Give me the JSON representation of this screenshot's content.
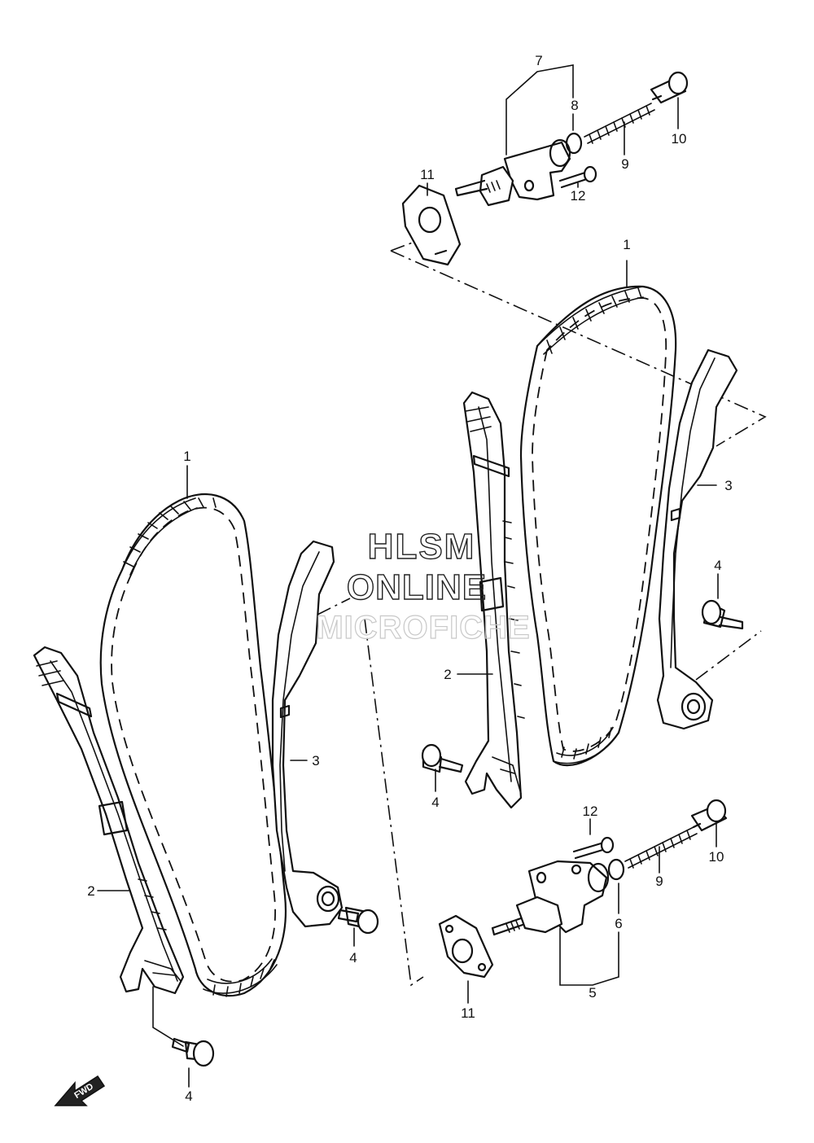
{
  "watermark": {
    "line1": "HLSM",
    "line2": "ONLINE",
    "line3": "MICROFICHE"
  },
  "direction_arrow": "FWD",
  "callouts": {
    "top_7": "7",
    "top_8": "8",
    "top_10": "10",
    "top_9": "9",
    "top_11": "11",
    "top_12": "12",
    "right_1": "1",
    "right_3": "3",
    "right_4a": "4",
    "right_2": "2",
    "right_4b": "4",
    "left_1": "1",
    "left_3": "3",
    "left_2": "2",
    "left_4a": "4",
    "left_4b": "4",
    "bottom_12": "12",
    "bottom_10": "10",
    "bottom_9": "9",
    "bottom_6": "6",
    "bottom_5": "5",
    "bottom_11": "11"
  }
}
